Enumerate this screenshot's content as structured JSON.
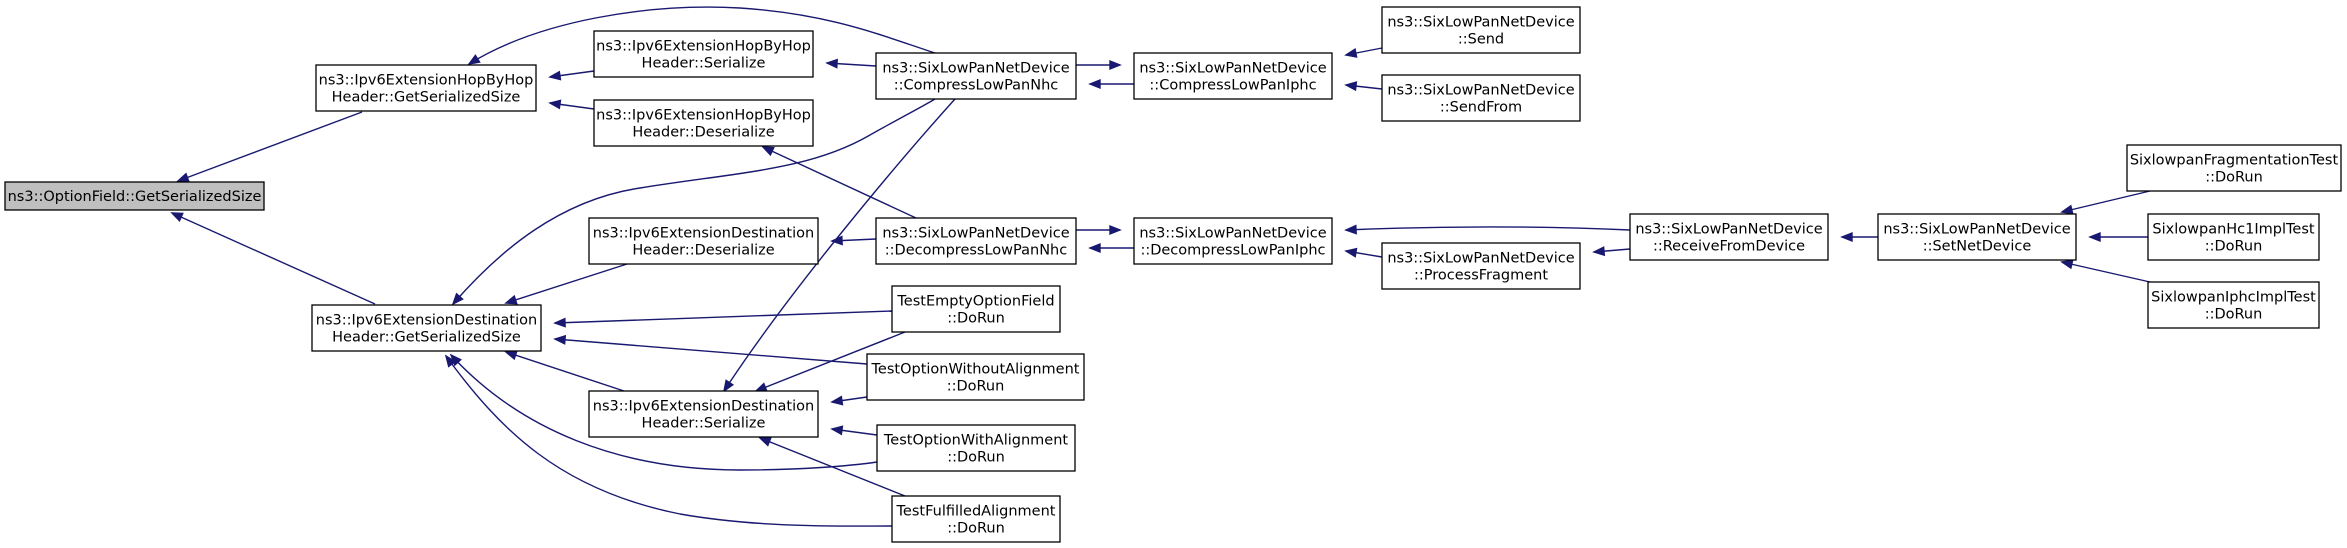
{
  "colors": {
    "edge": "#191970",
    "root_fill": "#bfbfbf",
    "node_fill": "#ffffff",
    "border": "#000000"
  },
  "nodes": {
    "optionfield_getserializedsize": {
      "lines": [
        "ns3::OptionField::GetSerializedSize"
      ],
      "root": true
    },
    "hopbyhop_getserializedsize": {
      "lines": [
        "ns3::Ipv6ExtensionHopByHop",
        "Header::GetSerializedSize"
      ]
    },
    "destination_getserializedsize": {
      "lines": [
        "ns3::Ipv6ExtensionDestination",
        "Header::GetSerializedSize"
      ]
    },
    "hopbyhop_serialize": {
      "lines": [
        "ns3::Ipv6ExtensionHopByHop",
        "Header::Serialize"
      ]
    },
    "hopbyhop_deserialize": {
      "lines": [
        "ns3::Ipv6ExtensionHopByHop",
        "Header::Deserialize"
      ]
    },
    "destination_deserialize": {
      "lines": [
        "ns3::Ipv6ExtensionDestination",
        "Header::Deserialize"
      ]
    },
    "destination_serialize": {
      "lines": [
        "ns3::Ipv6ExtensionDestination",
        "Header::Serialize"
      ]
    },
    "compress_lowpan_nhc": {
      "lines": [
        "ns3::SixLowPanNetDevice",
        "::CompressLowPanNhc"
      ]
    },
    "decompress_lowpan_nhc": {
      "lines": [
        "ns3::SixLowPanNetDevice",
        "::DecompressLowPanNhc"
      ]
    },
    "test_empty_option_field": {
      "lines": [
        "TestEmptyOptionField",
        "::DoRun"
      ]
    },
    "test_option_without_alignment": {
      "lines": [
        "TestOptionWithoutAlignment",
        "::DoRun"
      ]
    },
    "test_option_with_alignment": {
      "lines": [
        "TestOptionWithAlignment",
        "::DoRun"
      ]
    },
    "test_fulfilled_alignment": {
      "lines": [
        "TestFulfilledAlignment",
        "::DoRun"
      ]
    },
    "compress_lowpan_iphc": {
      "lines": [
        "ns3::SixLowPanNetDevice",
        "::CompressLowPanIphc"
      ]
    },
    "decompress_lowpan_iphc": {
      "lines": [
        "ns3::SixLowPanNetDevice",
        "::DecompressLowPanIphc"
      ]
    },
    "send": {
      "lines": [
        "ns3::SixLowPanNetDevice",
        "::Send"
      ]
    },
    "sendfrom": {
      "lines": [
        "ns3::SixLowPanNetDevice",
        "::SendFrom"
      ]
    },
    "process_fragment": {
      "lines": [
        "ns3::SixLowPanNetDevice",
        "::ProcessFragment"
      ]
    },
    "receive_from_device": {
      "lines": [
        "ns3::SixLowPanNetDevice",
        "::ReceiveFromDevice"
      ]
    },
    "set_net_device": {
      "lines": [
        "ns3::SixLowPanNetDevice",
        "::SetNetDevice"
      ]
    },
    "fragmentation_test": {
      "lines": [
        "SixlowpanFragmentationTest",
        "::DoRun"
      ]
    },
    "hc1_impl_test": {
      "lines": [
        "SixlowpanHc1ImplTest",
        "::DoRun"
      ]
    },
    "iphc_impl_test": {
      "lines": [
        "SixlowpanIphcImplTest",
        "::DoRun"
      ]
    }
  }
}
